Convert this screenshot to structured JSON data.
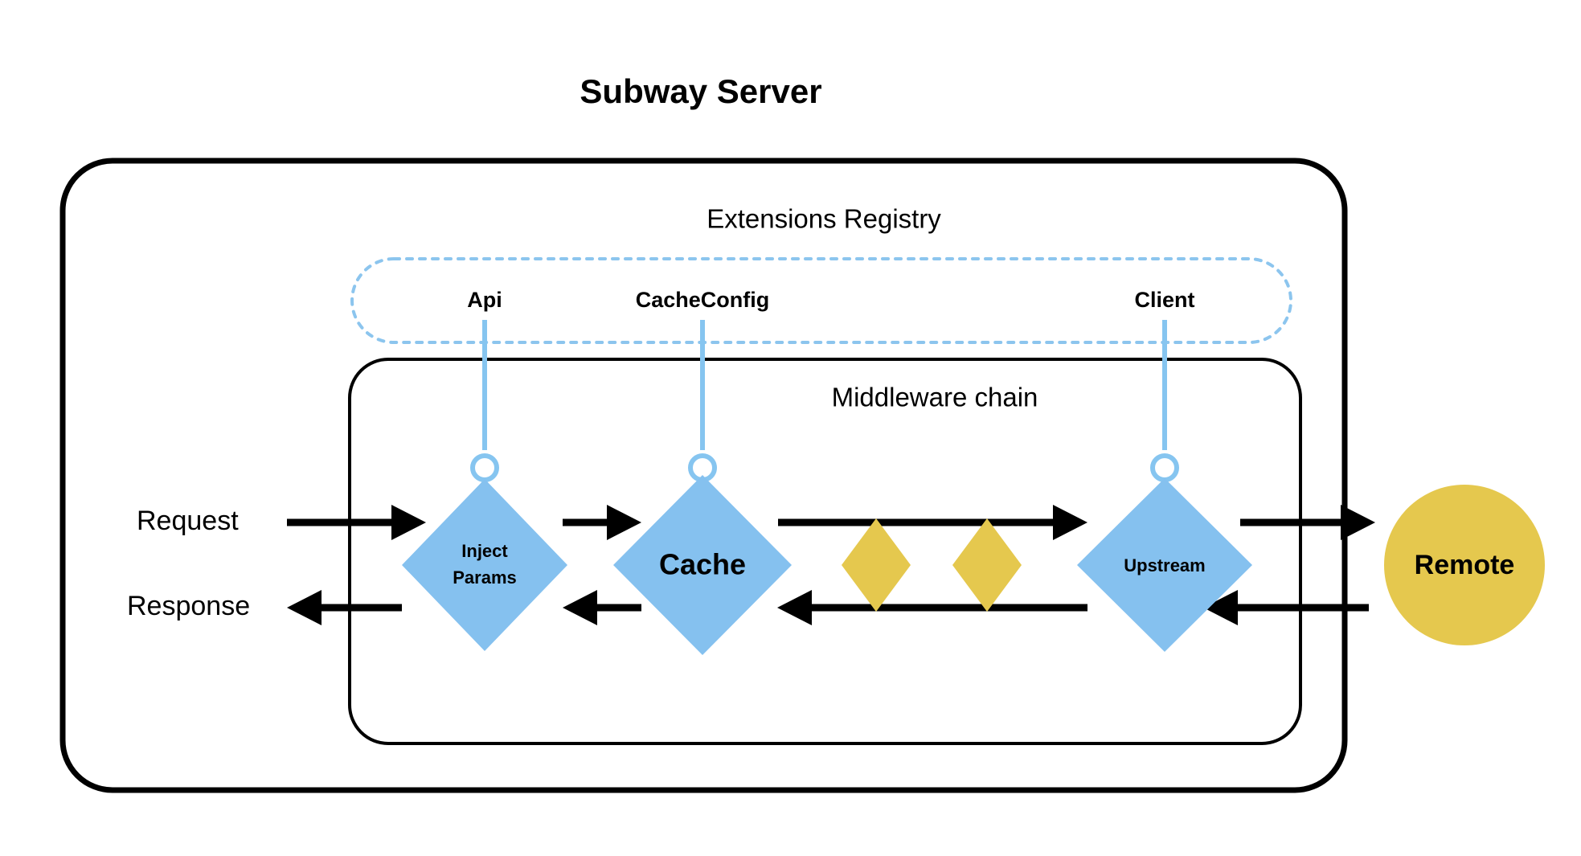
{
  "title": "Subway Server",
  "colors": {
    "node_blue": "#85C1EF",
    "plugin_gold": "#E5C84E",
    "remote_gold": "#E5C84E",
    "connector_blue": "#86C5F0",
    "registry_border": "#8CC5EE",
    "stroke_black": "#000000",
    "background": "#FFFFFF"
  },
  "registry": {
    "label": "Extensions Registry",
    "extensions": [
      {
        "name": "Api"
      },
      {
        "name": "CacheConfig"
      },
      {
        "name": "Client"
      }
    ]
  },
  "middleware": {
    "label": "Middleware chain",
    "nodes": [
      {
        "name": "Inject Params",
        "line1": "Inject",
        "line2": "Params"
      },
      {
        "name": "Cache",
        "line1": "Cache",
        "line2": ""
      },
      {
        "name": "Upstream",
        "line1": "Upstream",
        "line2": ""
      }
    ],
    "plugins": [
      {
        "name": ""
      },
      {
        "name": ""
      }
    ]
  },
  "flows": {
    "request_label": "Request",
    "response_label": "Response"
  },
  "remote": {
    "label": "Remote"
  }
}
